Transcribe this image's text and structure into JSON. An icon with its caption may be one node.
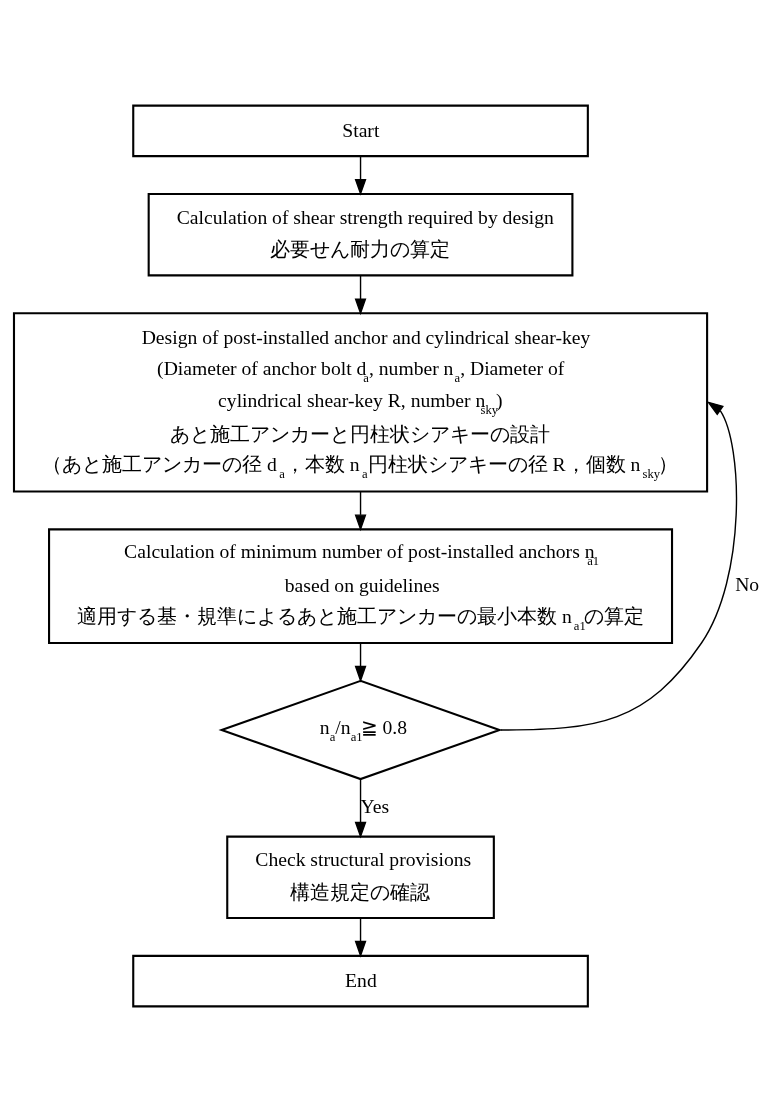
{
  "diagram": {
    "nodes": [
      {
        "text": [
          "Start"
        ]
      },
      {
        "text": [
          "Calculation of shear strength required by design",
          "必要せん耐力の算定"
        ]
      },
      {
        "text": [
          "Design of post-installed anchor and cylindrical shear-key",
          "(Diameter of anchor bolt d$_{a}$, number n$_{a}$, Diameter of cylindrical shear-key R, number n$_{sky}$)",
          "あと施工アンカーと円柱状シアキーの設計",
          "（あと施工アンカーの径 d$_{a}$，本数 n$_{a}$円柱状シアキーの径 R，個数 n$_{sky}$）"
        ]
      },
      {
        "text": [
          "Calculation of minimum number of post-installed anchors n$_{a1}$ based on guidelines",
          "適用する基・規準によるあと施工アンカーの最小本数 n$_{a1}$の算定"
        ]
      },
      {
        "text": [
          "n$_{a}$/n$_{a1}$≧ 0.8"
        ]
      },
      {
        "text": [
          "Check structural provisions",
          "構造規定の確認"
        ]
      },
      {
        "text": [
          "End"
        ]
      }
    ],
    "edges": [
      {
        "from": 0,
        "to": 1,
        "arrow": "to"
      },
      {
        "from": 1,
        "to": 2,
        "arrow": "to"
      },
      {
        "from": 2,
        "to": 3,
        "arrow": "to"
      },
      {
        "from": 3,
        "to": 4,
        "arrow": "to"
      },
      {
        "from": 4,
        "to": 5,
        "arrow": "to",
        "label": "Yes"
      },
      {
        "from": 4,
        "to": 2,
        "arrow": "to",
        "label": "No"
      },
      {
        "from": 5,
        "to": 6,
        "arrow": "to"
      }
    ]
  }
}
